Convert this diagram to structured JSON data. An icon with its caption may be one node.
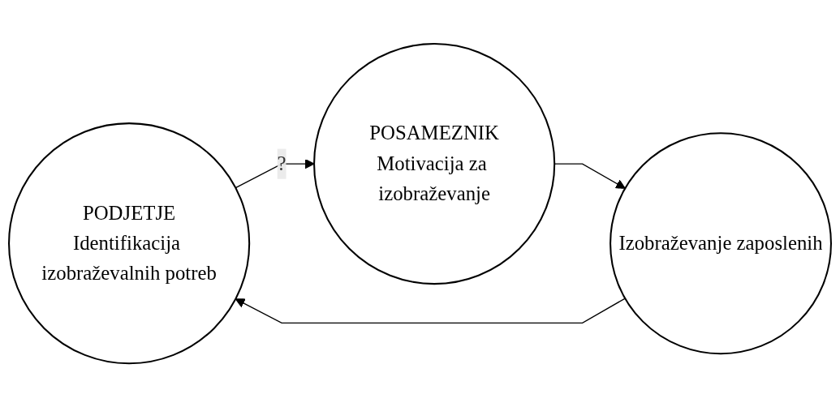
{
  "diagram": {
    "nodes": [
      {
        "text": [
          "PODJETJE",
          "Identifikacija izobraževalnih potreb"
        ]
      },
      {
        "text": [
          "POSAMEZNIK",
          "Motivacija za izobraževanje"
        ]
      },
      {
        "text": [
          "Izobraževanje zaposlenih"
        ]
      }
    ],
    "edges": [
      {
        "from": 0,
        "to": 1,
        "arrow": "to",
        "label": "?"
      },
      {
        "from": 1,
        "to": 2,
        "arrow": "to"
      },
      {
        "from": 2,
        "to": 0,
        "arrow": "to"
      }
    ]
  }
}
